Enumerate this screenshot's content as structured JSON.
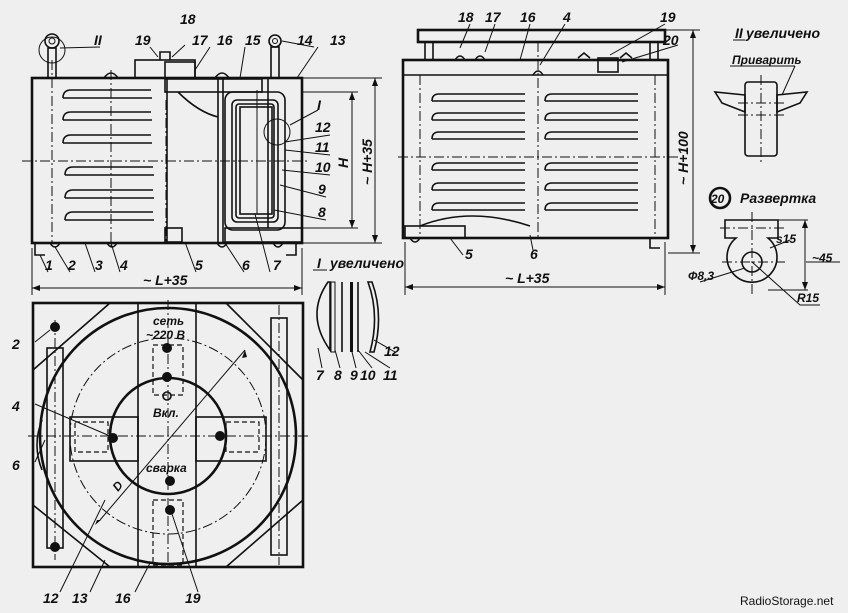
{
  "front_view": {
    "callouts": [
      "1",
      "2",
      "3",
      "4",
      "5",
      "6",
      "7",
      "8",
      "9",
      "10",
      "11",
      "12",
      "13",
      "14",
      "15",
      "16",
      "17",
      "18",
      "19",
      "II",
      "I"
    ],
    "dim_h": "H",
    "dim_h35": "~ H+35",
    "dim_l35": "~ L+35"
  },
  "side_view": {
    "callouts": [
      "18",
      "17",
      "16",
      "4",
      "19",
      "20",
      "5",
      "6"
    ],
    "dim_h100": "~ H+100",
    "dim_l35": "~ L+35"
  },
  "detail_ii": {
    "title_num": "II",
    "title": "увеличено",
    "note": "Приварить"
  },
  "detail_20": {
    "num": "20",
    "title": "Развертка",
    "s": "s15",
    "width": "~45",
    "hole": "Ф8,3",
    "radius": "R15"
  },
  "detail_i": {
    "title_num": "I",
    "title": "увеличено",
    "callouts": [
      "7",
      "8",
      "9",
      "10",
      "11",
      "12"
    ]
  },
  "plan_view": {
    "callouts": [
      "2",
      "4",
      "6",
      "12",
      "13",
      "16",
      "19"
    ],
    "mains_label": "сеть",
    "voltage_label": "~220 В",
    "on_label": "Вкл.",
    "weld_label": "сварка",
    "diameter_label": "D"
  },
  "watermark": "RadioStorage.net"
}
